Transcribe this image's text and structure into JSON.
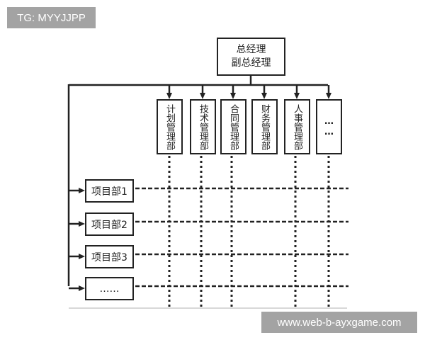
{
  "watermarks": {
    "top_left": "TG: MYYJJPP",
    "bottom_right": "www.web-b-ayxgame.com"
  },
  "diagram": {
    "top": {
      "line1": "总经理",
      "line2": "副总经理"
    },
    "departments": [
      "计划管理部",
      "技术管理部",
      "合同管理部",
      "财务管理部",
      "人事管理部",
      "……"
    ],
    "projects": [
      "项目部1",
      "项目部2",
      "项目部3",
      "……"
    ]
  }
}
